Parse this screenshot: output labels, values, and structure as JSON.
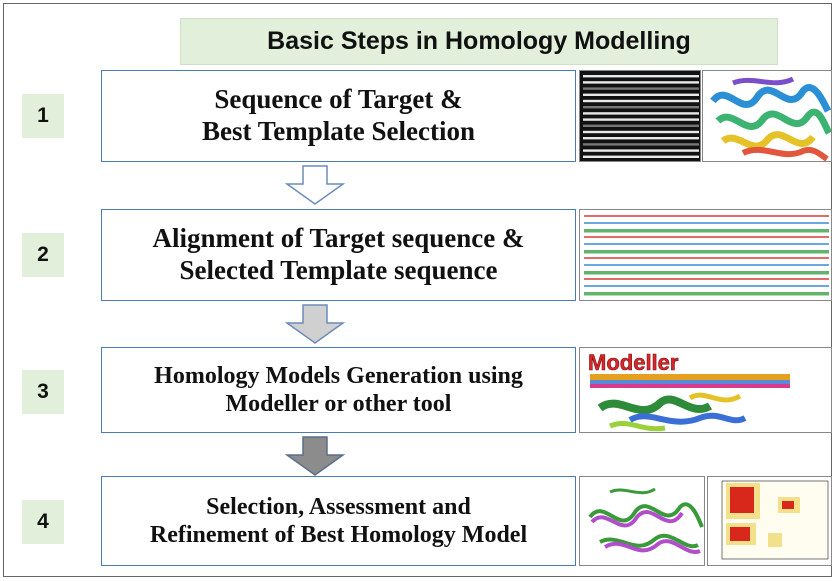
{
  "title": "Basic Steps in Homology Modelling",
  "steps": [
    {
      "number": "1",
      "line1": "Sequence of Target &",
      "line2": "Best Template Selection"
    },
    {
      "number": "2",
      "line1": "Alignment of Target sequence  &",
      "line2": "Selected Template sequence"
    },
    {
      "number": "3",
      "line1": "Homology Models Generation using",
      "line2": "Modeller  or other tool"
    },
    {
      "number": "4",
      "line1": "Selection, Assessment  and",
      "line2": "Refinement of Best Homology Model"
    }
  ],
  "images": {
    "modeller_logo": "Modeller"
  },
  "colors": {
    "label_bg": "#e2efda",
    "box_border": "#4a7bb7",
    "arrow_1": "#ffffff",
    "arrow_2": "#d0d0d0",
    "arrow_3": "#8c8c8c"
  }
}
